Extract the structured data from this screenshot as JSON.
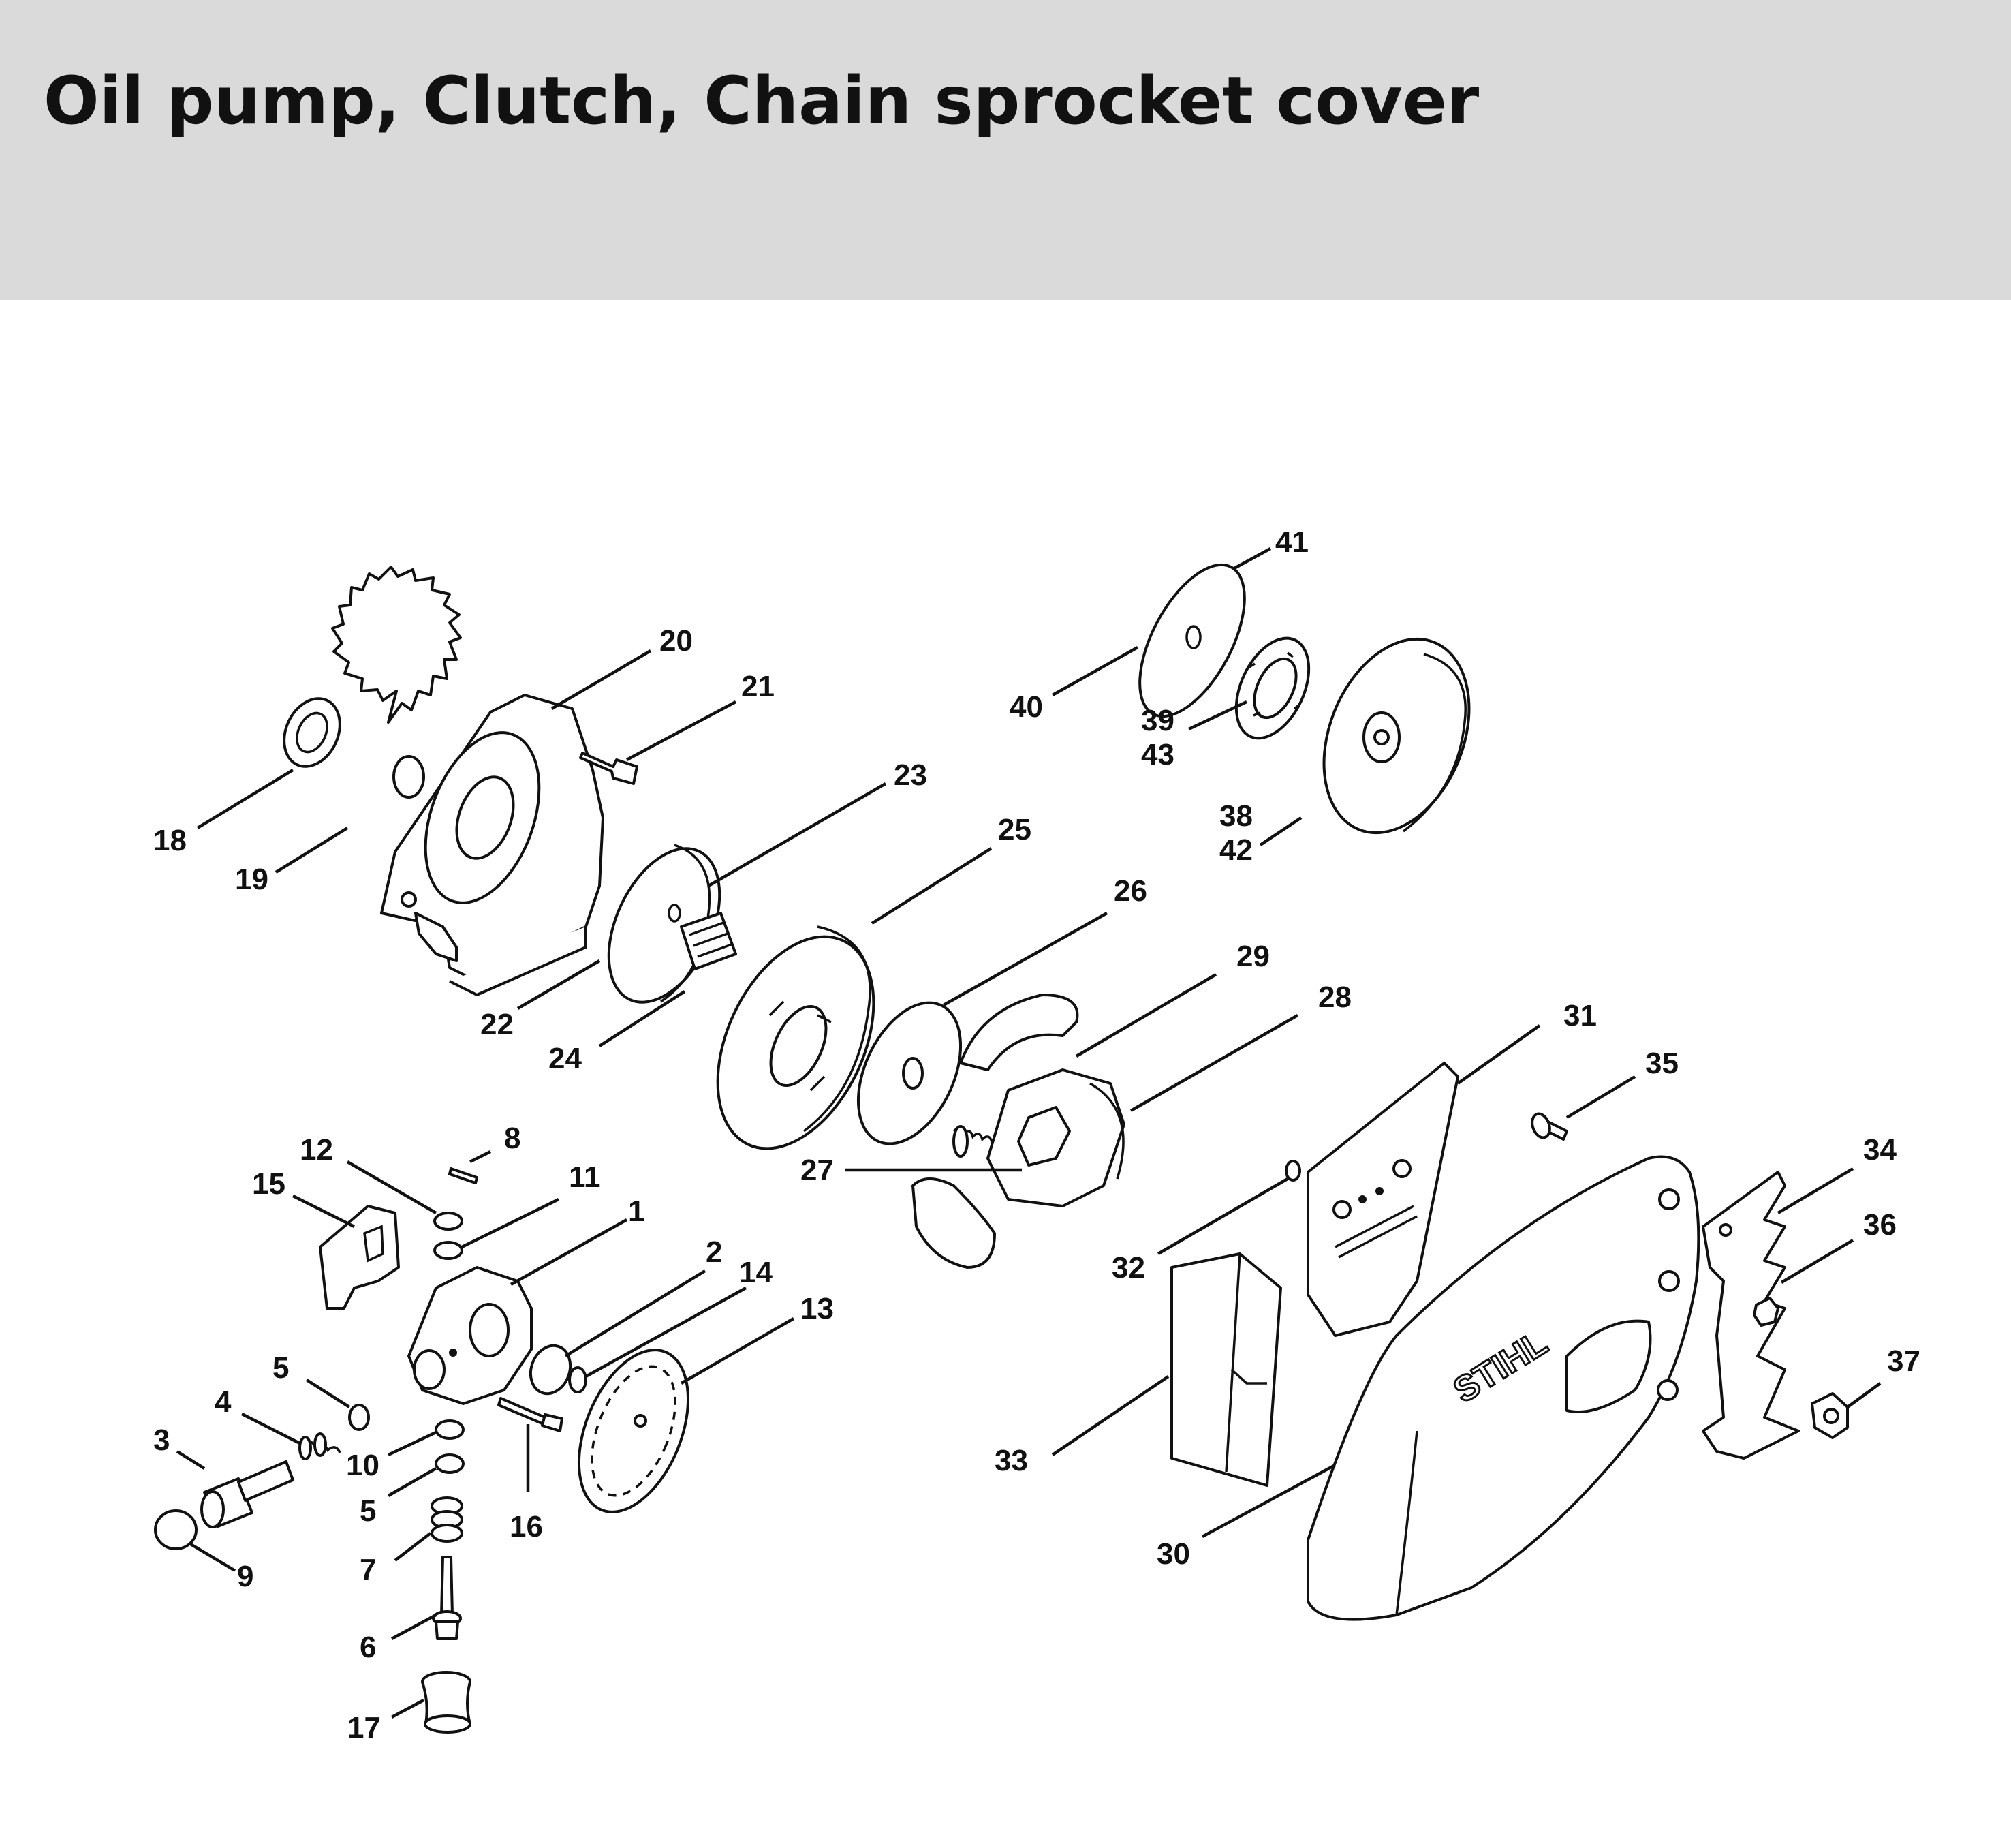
{
  "title": "Oil pump, Clutch, Chain sprocket cover",
  "logo_text": "STIHL",
  "callouts": [
    {
      "id": "lbl-41",
      "text": "41"
    },
    {
      "id": "lbl-20",
      "text": "20"
    },
    {
      "id": "lbl-21",
      "text": "21"
    },
    {
      "id": "lbl-40",
      "text": "40"
    },
    {
      "id": "lbl-39",
      "text": "39"
    },
    {
      "id": "lbl-43",
      "text": "43"
    },
    {
      "id": "lbl-23",
      "text": "23"
    },
    {
      "id": "lbl-38",
      "text": "38"
    },
    {
      "id": "lbl-42",
      "text": "42"
    },
    {
      "id": "lbl-18",
      "text": "18"
    },
    {
      "id": "lbl-19",
      "text": "19"
    },
    {
      "id": "lbl-25",
      "text": "25"
    },
    {
      "id": "lbl-26",
      "text": "26"
    },
    {
      "id": "lbl-29",
      "text": "29"
    },
    {
      "id": "lbl-28",
      "text": "28"
    },
    {
      "id": "lbl-22",
      "text": "22"
    },
    {
      "id": "lbl-24",
      "text": "24"
    },
    {
      "id": "lbl-31",
      "text": "31"
    },
    {
      "id": "lbl-35",
      "text": "35"
    },
    {
      "id": "lbl-8",
      "text": "8"
    },
    {
      "id": "lbl-12",
      "text": "12"
    },
    {
      "id": "lbl-11",
      "text": "11"
    },
    {
      "id": "lbl-15",
      "text": "15"
    },
    {
      "id": "lbl-27",
      "text": "27"
    },
    {
      "id": "lbl-1",
      "text": "1"
    },
    {
      "id": "lbl-34",
      "text": "34"
    },
    {
      "id": "lbl-36",
      "text": "36"
    },
    {
      "id": "lbl-2",
      "text": "2"
    },
    {
      "id": "lbl-14",
      "text": "14"
    },
    {
      "id": "lbl-13",
      "text": "13"
    },
    {
      "id": "lbl-32",
      "text": "32"
    },
    {
      "id": "lbl-5a",
      "text": "5"
    },
    {
      "id": "lbl-4",
      "text": "4"
    },
    {
      "id": "lbl-3",
      "text": "3"
    },
    {
      "id": "lbl-10",
      "text": "10"
    },
    {
      "id": "lbl-5b",
      "text": "5"
    },
    {
      "id": "lbl-16",
      "text": "16"
    },
    {
      "id": "lbl-37",
      "text": "37"
    },
    {
      "id": "lbl-33",
      "text": "33"
    },
    {
      "id": "lbl-7",
      "text": "7"
    },
    {
      "id": "lbl-9",
      "text": "9"
    },
    {
      "id": "lbl-30",
      "text": "30"
    },
    {
      "id": "lbl-6",
      "text": "6"
    },
    {
      "id": "lbl-17",
      "text": "17"
    }
  ]
}
